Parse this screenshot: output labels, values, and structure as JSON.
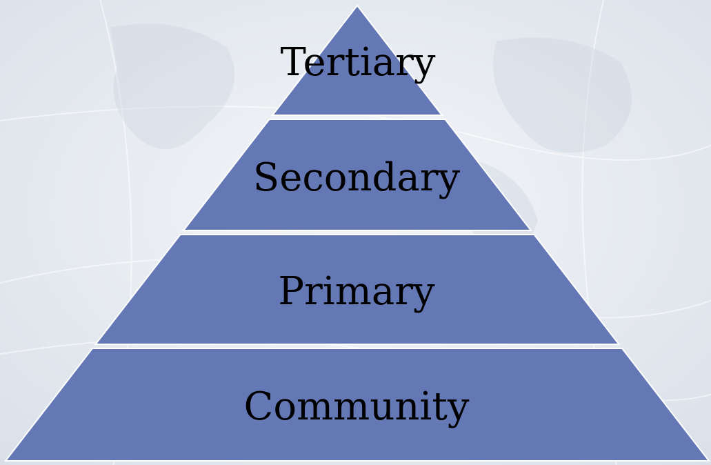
{
  "diagram": {
    "type": "pyramid",
    "colors": {
      "tier_fill": "#6478b5",
      "tier_outline": "#ffffff",
      "background": "#e9edf2"
    },
    "tiers": [
      {
        "label": "Tertiary"
      },
      {
        "label": "Secondary"
      },
      {
        "label": "Primary"
      },
      {
        "label": "Community"
      }
    ]
  }
}
